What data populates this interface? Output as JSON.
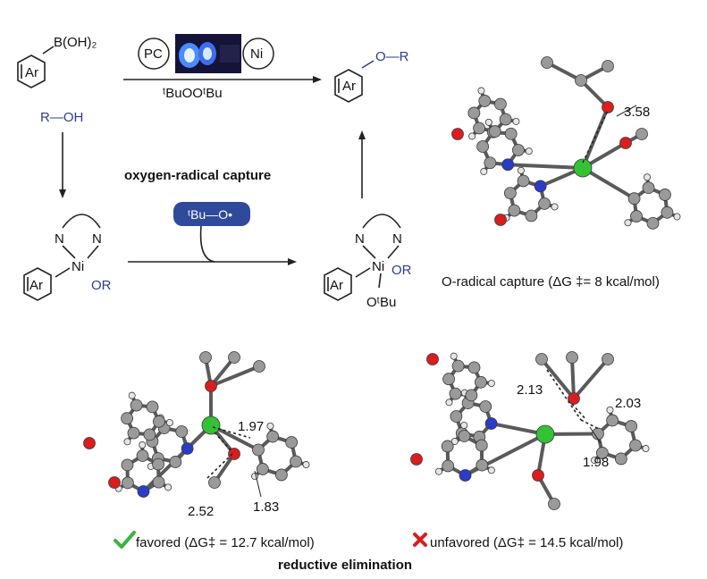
{
  "scheme": {
    "reactant_aryl": {
      "ring_label": "Ar",
      "substituent": "B(OH)₂"
    },
    "alcohol": {
      "label": "R—OH"
    },
    "catalysts": {
      "photocatalyst": "PC",
      "metal": "Ni"
    },
    "oxidant": "ᵗBuOOᵗBu",
    "product": {
      "ring_label": "Ar",
      "substituent": "O—R"
    },
    "section_title": "oxygen-radical capture",
    "radical_badge": "ᵗBu—O•",
    "intermediate_left": {
      "ring_label": "Ar",
      "metal": "Ni",
      "ligand": "OR",
      "n1": "N",
      "n2": "N"
    },
    "intermediate_right": {
      "ring_label": "Ar",
      "metal": "Ni",
      "ligand": "OR",
      "ligand2": "OᵗBu",
      "n1": "N",
      "n2": "N"
    }
  },
  "structures": {
    "top_right": {
      "distance": "3.58",
      "caption": "O-radical capture (ΔG ‡= 8 kcal/mol)"
    },
    "bottom_left": {
      "distances": [
        "1.97",
        "2.52",
        "1.83"
      ],
      "caption": "favored (ΔG‡ = 12.7 kcal/mol)",
      "status_icon": "check-icon"
    },
    "bottom_right": {
      "distances": [
        "2.13",
        "2.03",
        "1.98"
      ],
      "caption": "unfavored (ΔG‡ = 14.5 kcal/mol)",
      "status_icon": "cross-icon"
    }
  },
  "footer_title": "reductive elimination",
  "colors": {
    "carbon": "#9a9a9a",
    "hydrogen": "#e6e6e6",
    "oxygen": "#d81e1e",
    "nitrogen": "#2a3cc8",
    "nickel": "#33c233",
    "text_blue": "#2b3f8f",
    "badge": "#2f4a9a",
    "check": "#3cb43c",
    "cross": "#d81e1e"
  }
}
